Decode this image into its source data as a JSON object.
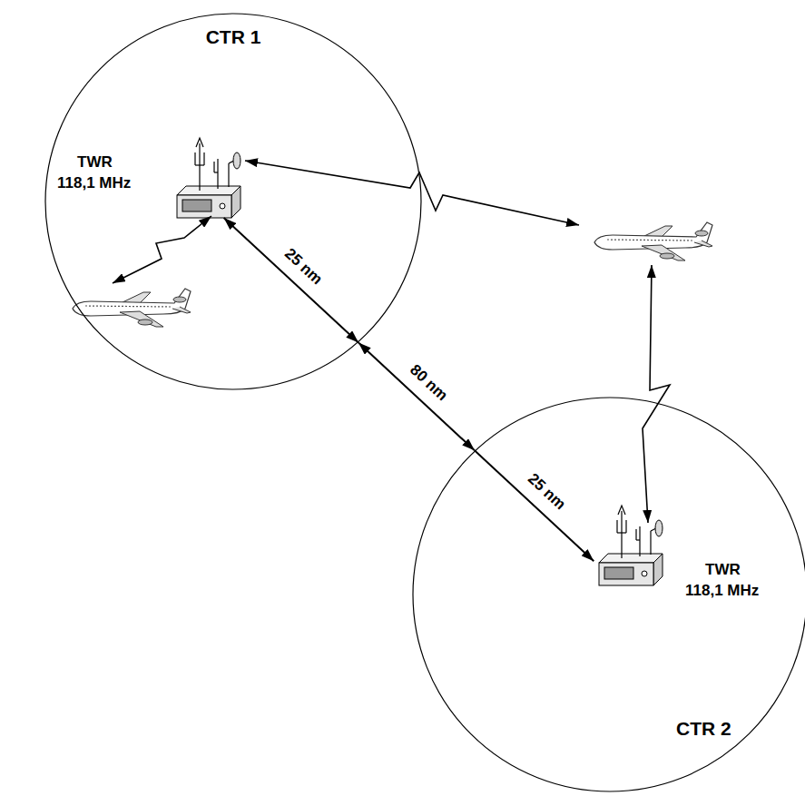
{
  "diagram": {
    "nodes": [
      {
        "text": [
          "CTR 1"
        ]
      },
      {
        "text": [
          "TWR 118,1 MHz"
        ],
        "in": 0
      },
      {
        "text": [
          "CTR 2"
        ]
      },
      {
        "text": [
          "TWR 118,1 MHz"
        ],
        "in": 2
      }
    ],
    "labels": [
      "25 nm",
      "80 nm",
      "25 nm"
    ]
  }
}
